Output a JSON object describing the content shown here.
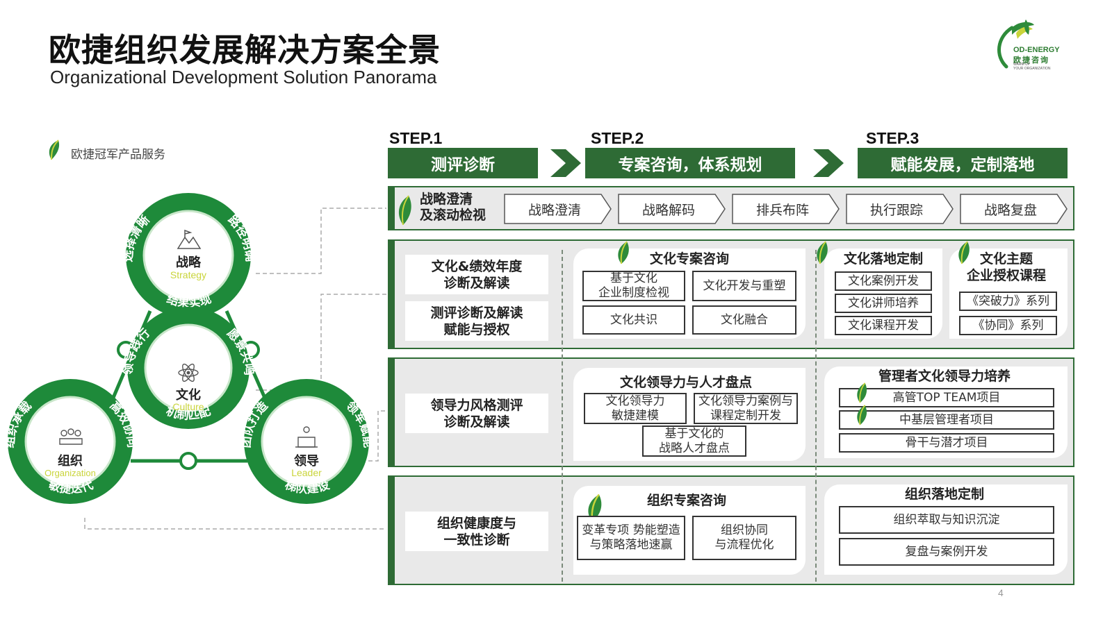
{
  "header": {
    "title": "欧捷组织发展解决方案全景",
    "subtitle": "Organizational Development Solution Panorama"
  },
  "logo": {
    "name": "OD-ENERGY",
    "cn": "欧捷咨询",
    "tagline_1": "WARM UP",
    "tagline_2": "YOUR ORGANIZATION"
  },
  "legend": {
    "label": "欧捷冠军产品服务"
  },
  "colors": {
    "brand_green": "#2e6b35",
    "ring_green": "#1e8a3a",
    "accent_yellow": "#c9d43a"
  },
  "wheel": {
    "strategy": {
      "cn": "战略",
      "en": "Strategy",
      "arc_left": "选择清晰",
      "arc_right": "路径明确",
      "arc_bottom": "结果实现"
    },
    "culture": {
      "cn": "文化",
      "en": "Culture",
      "arc_left": "领导践行",
      "arc_right": "愿景共鸣",
      "arc_bottom": "机制匹配"
    },
    "organization": {
      "cn": "组织",
      "en": "Organization",
      "arc_left": "组织承载",
      "arc_right": "高效协同",
      "arc_bottom": "敏捷迭代"
    },
    "leader": {
      "cn": "领导",
      "en": "Leader",
      "arc_left": "团队打造",
      "arc_right": "领军赋能",
      "arc_bottom": "梯队建设"
    }
  },
  "steps": [
    {
      "label": "STEP.1",
      "title": "测评诊断"
    },
    {
      "label": "STEP.2",
      "title": "专案咨询，体系规划"
    },
    {
      "label": "STEP.3",
      "title": "赋能发展，定制落地"
    }
  ],
  "row_strategy": {
    "title_line1": "战略澄清",
    "title_line2": "及滚动检视",
    "flow": [
      "战略澄清",
      "战略解码",
      "排兵布阵",
      "执行跟踪",
      "战略复盘"
    ]
  },
  "row_culture": {
    "diagnosis": [
      {
        "line1": "文化&绩效年度",
        "line2": "诊断及解读"
      },
      {
        "line1": "测评诊断及解读",
        "line2": "赋能与授权"
      }
    ],
    "consulting": {
      "title": "文化专案咨询",
      "items": [
        {
          "line1": "基于文化",
          "line2": "企业制度检视"
        },
        {
          "line1": "文化开发与重塑",
          "line2": ""
        },
        {
          "line1": "文化共识",
          "line2": ""
        },
        {
          "line1": "文化融合",
          "line2": ""
        }
      ]
    },
    "custom": {
      "title": "文化落地定制",
      "items": [
        "文化案例开发",
        "文化讲师培养",
        "文化课程开发"
      ]
    },
    "course": {
      "title_line1": "文化主题",
      "title_line2": "企业授权课程",
      "items": [
        "《突破力》系列",
        "《协同》系列"
      ]
    }
  },
  "row_leader": {
    "diagnosis": {
      "line1": "领导力风格测评",
      "line2": "诊断及解读"
    },
    "consulting": {
      "title": "文化领导力与人才盘点",
      "items": [
        {
          "line1": "文化领导力",
          "line2": "敏捷建模"
        },
        {
          "line1": "文化领导力案例与",
          "line2": "课程定制开发"
        },
        {
          "line1": "基于文化的",
          "line2": "战略人才盘点"
        }
      ]
    },
    "development": {
      "title": "管理者文化领导力培养",
      "items": [
        "高管TOP TEAM项目",
        "中基层管理者项目",
        "骨干与潜才项目"
      ]
    }
  },
  "row_org": {
    "diagnosis": {
      "line1": "组织健康度与",
      "line2": "一致性诊断"
    },
    "consulting": {
      "title": "组织专案咨询",
      "items": [
        {
          "line1": "变革专项 势能塑造",
          "line2": "与策略落地速赢"
        },
        {
          "line1": "组织协同",
          "line2": "与流程优化"
        }
      ]
    },
    "custom": {
      "title": "组织落地定制",
      "items": [
        "组织萃取与知识沉淀",
        "复盘与案例开发"
      ]
    }
  },
  "page": {
    "number": "4"
  }
}
